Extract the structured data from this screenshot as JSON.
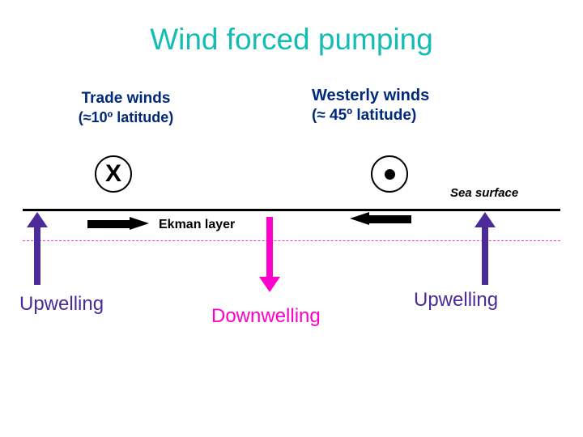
{
  "title": "Wind forced pumping",
  "labels": {
    "trade_winds_line1": "Trade winds",
    "trade_winds_line2": "(≈10º latitude)",
    "westerly_winds_line1": "Westerly winds",
    "westerly_winds_line2": "(≈ 45º latitude)",
    "sea_surface": "Sea surface",
    "ekman_layer": "Ekman layer",
    "upwelling_left": "Upwelling",
    "downwelling": "Downwelling",
    "upwelling_right": "Upwelling"
  },
  "symbols": {
    "wind_into_page": "X",
    "wind_out_of_page": "•"
  },
  "colors": {
    "title": "#13bdb4",
    "wind_label": "#00297a",
    "upwelling": "#4a2b99",
    "downwelling": "#ff00cc",
    "ekman_layer_line": "#ff33cc",
    "sea_surface_line": "#000000",
    "ekman_transport_arrow": "#000000"
  }
}
